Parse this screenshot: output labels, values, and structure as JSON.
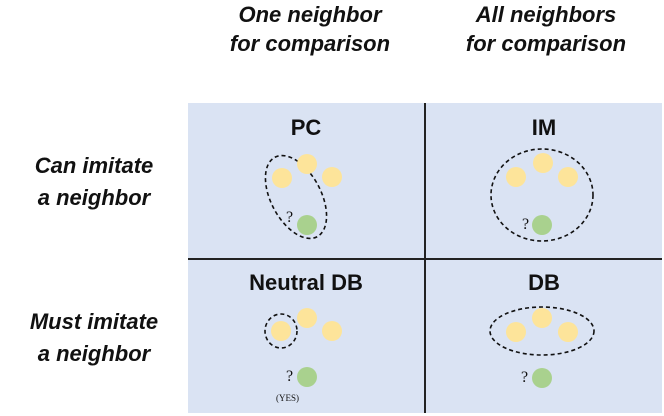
{
  "columns": [
    {
      "line1": "One neighbor",
      "line2": "for comparison"
    },
    {
      "line1": "All neighbors",
      "line2": "for comparison"
    }
  ],
  "rows": [
    {
      "line1": "Can imitate",
      "line2": "a neighbor"
    },
    {
      "line1": "Must imitate",
      "line2": "a neighbor"
    }
  ],
  "cells": [
    {
      "title": "PC"
    },
    {
      "title": "IM"
    },
    {
      "title": "Neutral DB",
      "note": "(YES)"
    },
    {
      "title": "DB"
    }
  ],
  "question_mark": "?",
  "colors": {
    "cell_bg": "#dae3f3",
    "neighbor": "#fde49a",
    "focal": "#a9d18e"
  }
}
